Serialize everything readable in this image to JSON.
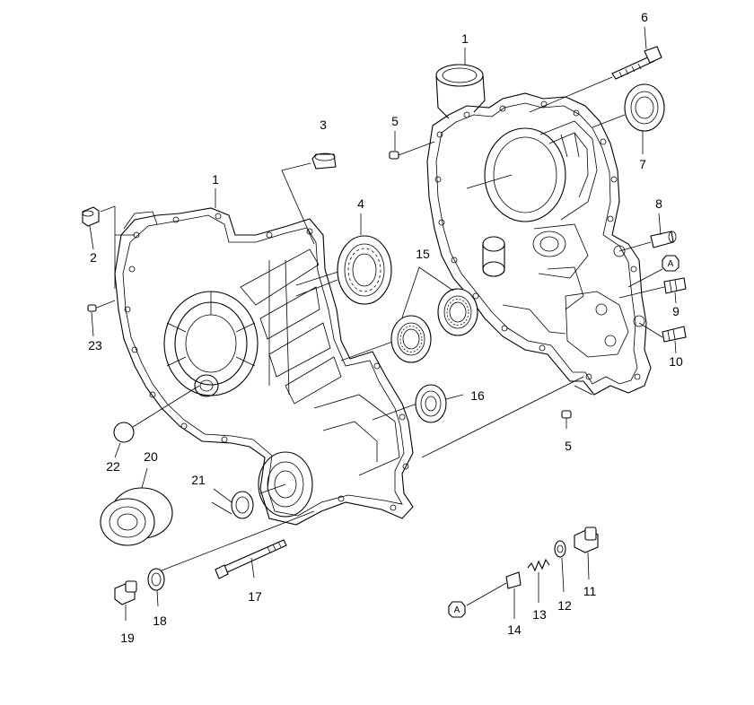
{
  "callouts": [
    {
      "id": "c1a",
      "label": "1"
    },
    {
      "id": "c1b",
      "label": "1"
    },
    {
      "id": "c2",
      "label": "2"
    },
    {
      "id": "c3",
      "label": "3"
    },
    {
      "id": "c4",
      "label": "4"
    },
    {
      "id": "c5a",
      "label": "5"
    },
    {
      "id": "c5b",
      "label": "5"
    },
    {
      "id": "c6",
      "label": "6"
    },
    {
      "id": "c7",
      "label": "7"
    },
    {
      "id": "c8",
      "label": "8"
    },
    {
      "id": "c9",
      "label": "9"
    },
    {
      "id": "c10",
      "label": "10"
    },
    {
      "id": "c11",
      "label": "11"
    },
    {
      "id": "c12",
      "label": "12"
    },
    {
      "id": "c13",
      "label": "13"
    },
    {
      "id": "c14",
      "label": "14"
    },
    {
      "id": "c15",
      "label": "15"
    },
    {
      "id": "c16",
      "label": "16"
    },
    {
      "id": "c17",
      "label": "17"
    },
    {
      "id": "c18",
      "label": "18"
    },
    {
      "id": "c19",
      "label": "19"
    },
    {
      "id": "c20",
      "label": "20"
    },
    {
      "id": "c21",
      "label": "21"
    },
    {
      "id": "c22",
      "label": "22"
    },
    {
      "id": "c23",
      "label": "23"
    }
  ],
  "reference_tags": [
    {
      "id": "tagA1",
      "label": "A"
    },
    {
      "id": "tagA2",
      "label": "A"
    }
  ]
}
